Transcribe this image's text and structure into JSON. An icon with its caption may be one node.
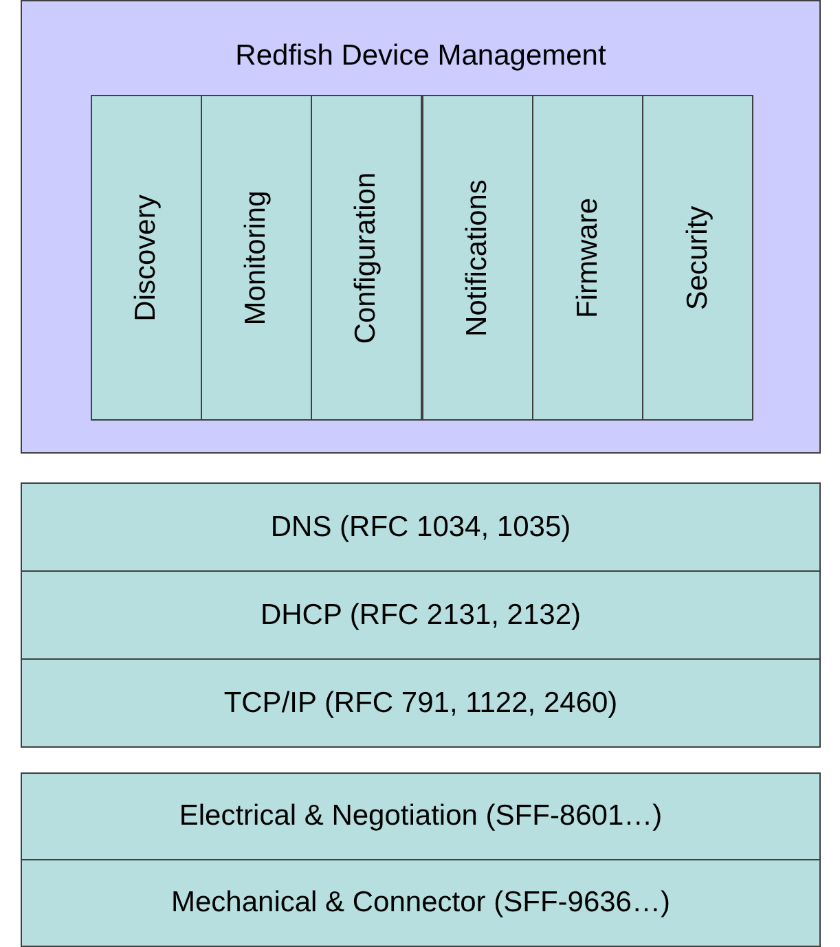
{
  "diagram": {
    "nodes": [
      {
        "text": [
          "Redfish Device Management"
        ]
      },
      {
        "text": [
          "Discovery"
        ],
        "in": 0
      },
      {
        "text": [
          "Monitoring"
        ],
        "in": 0
      },
      {
        "text": [
          "Configuration"
        ],
        "in": 0
      },
      {
        "text": [
          "Notifications"
        ],
        "in": 0
      },
      {
        "text": [
          "Firmware"
        ],
        "in": 0
      },
      {
        "text": [
          "Security"
        ],
        "in": 0
      },
      {
        "text": [
          "DNS (RFC 1034, 1035)"
        ]
      },
      {
        "text": [
          "DHCP (RFC 2131, 2132)"
        ]
      },
      {
        "text": [
          "TCP/IP (RFC 791, 1122, 2460)"
        ]
      },
      {
        "text": [
          "Electrical & Negotiation (SFF-8601…)"
        ]
      },
      {
        "text": [
          "Mechanical & Connector (SFF-9636…)"
        ]
      }
    ]
  }
}
